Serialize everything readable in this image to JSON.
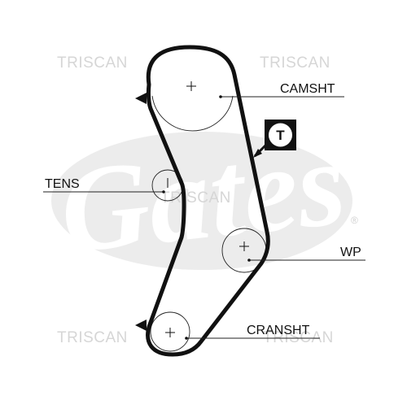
{
  "watermarks": [
    "TRISCAN",
    "TRISCAN",
    "TRISCAN",
    "TRISCAN",
    "TRISCAN"
  ],
  "labels": {
    "camshaft": "CAMSHT",
    "tensioner": "TENS",
    "water_pump": "WP",
    "crankshaft": "CRANSHT"
  },
  "badge": {
    "letter": "T"
  },
  "logo": {
    "text": "Gates",
    "registered_mark": "®"
  },
  "colors": {
    "belt": "#111111",
    "watermark": "#d6d6d6",
    "logo": "#ececec",
    "badge_bg": "#111111",
    "badge_fg": "#ffffff"
  }
}
